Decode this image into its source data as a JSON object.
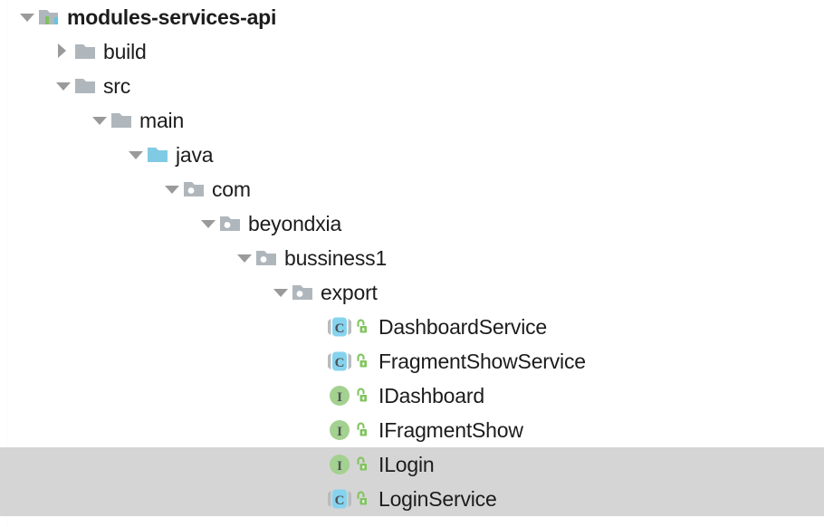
{
  "window": {
    "title": "Project tool window - modules-services-api",
    "background": "#ffffff",
    "selection_color": "#d5d5d5"
  },
  "colors": {
    "folder_gray": "#b0b7bc",
    "folder_blue": "#80cbe3",
    "interface_green": "#a3d18f",
    "class_blue": "#86d3ee",
    "badge_green": "#82c45f",
    "text": "#1c1c1c",
    "twisty_gray": "#9a9a9a"
  },
  "tree": {
    "nodes": [
      {
        "id": "modules-services-api",
        "label": "modules-services-api",
        "depth": 0,
        "twisty": "expanded",
        "icon": "module-icon",
        "badge": null,
        "bold": true,
        "selected": false
      },
      {
        "id": "build",
        "label": "build",
        "depth": 1,
        "twisty": "collapsed",
        "icon": "folder-icon",
        "badge": null,
        "bold": false,
        "selected": false
      },
      {
        "id": "src",
        "label": "src",
        "depth": 1,
        "twisty": "expanded",
        "icon": "folder-icon",
        "badge": null,
        "bold": false,
        "selected": false
      },
      {
        "id": "main",
        "label": "main",
        "depth": 2,
        "twisty": "expanded",
        "icon": "folder-icon",
        "badge": null,
        "bold": false,
        "selected": false
      },
      {
        "id": "java",
        "label": "java",
        "depth": 3,
        "twisty": "expanded",
        "icon": "source-root-folder-icon",
        "badge": null,
        "bold": false,
        "selected": false
      },
      {
        "id": "com",
        "label": "com",
        "depth": 4,
        "twisty": "expanded",
        "icon": "package-icon",
        "badge": null,
        "bold": false,
        "selected": false
      },
      {
        "id": "beyondxia",
        "label": "beyondxia",
        "depth": 5,
        "twisty": "expanded",
        "icon": "package-icon",
        "badge": null,
        "bold": false,
        "selected": false
      },
      {
        "id": "bussiness1",
        "label": "bussiness1",
        "depth": 6,
        "twisty": "expanded",
        "icon": "package-icon",
        "badge": null,
        "bold": false,
        "selected": false
      },
      {
        "id": "export",
        "label": "export",
        "depth": 7,
        "twisty": "expanded",
        "icon": "package-icon",
        "badge": null,
        "bold": false,
        "selected": false
      },
      {
        "id": "DashboardService",
        "label": "DashboardService",
        "depth": 8,
        "twisty": "none",
        "icon": "class-icon",
        "badge": "public-unlock-icon",
        "bold": false,
        "selected": false
      },
      {
        "id": "FragmentShowService",
        "label": "FragmentShowService",
        "depth": 8,
        "twisty": "none",
        "icon": "class-icon",
        "badge": "public-unlock-icon",
        "bold": false,
        "selected": false
      },
      {
        "id": "IDashboard",
        "label": "IDashboard",
        "depth": 8,
        "twisty": "none",
        "icon": "interface-icon",
        "badge": "public-unlock-icon",
        "bold": false,
        "selected": false
      },
      {
        "id": "IFragmentShow",
        "label": "IFragmentShow",
        "depth": 8,
        "twisty": "none",
        "icon": "interface-icon",
        "badge": "public-unlock-icon",
        "bold": false,
        "selected": false
      },
      {
        "id": "ILogin",
        "label": "ILogin",
        "depth": 8,
        "twisty": "none",
        "icon": "interface-icon",
        "badge": "public-unlock-icon",
        "bold": false,
        "selected": true
      },
      {
        "id": "LoginService",
        "label": "LoginService",
        "depth": 8,
        "twisty": "none",
        "icon": "class-icon",
        "badge": "public-unlock-icon",
        "bold": false,
        "selected": true
      }
    ]
  }
}
